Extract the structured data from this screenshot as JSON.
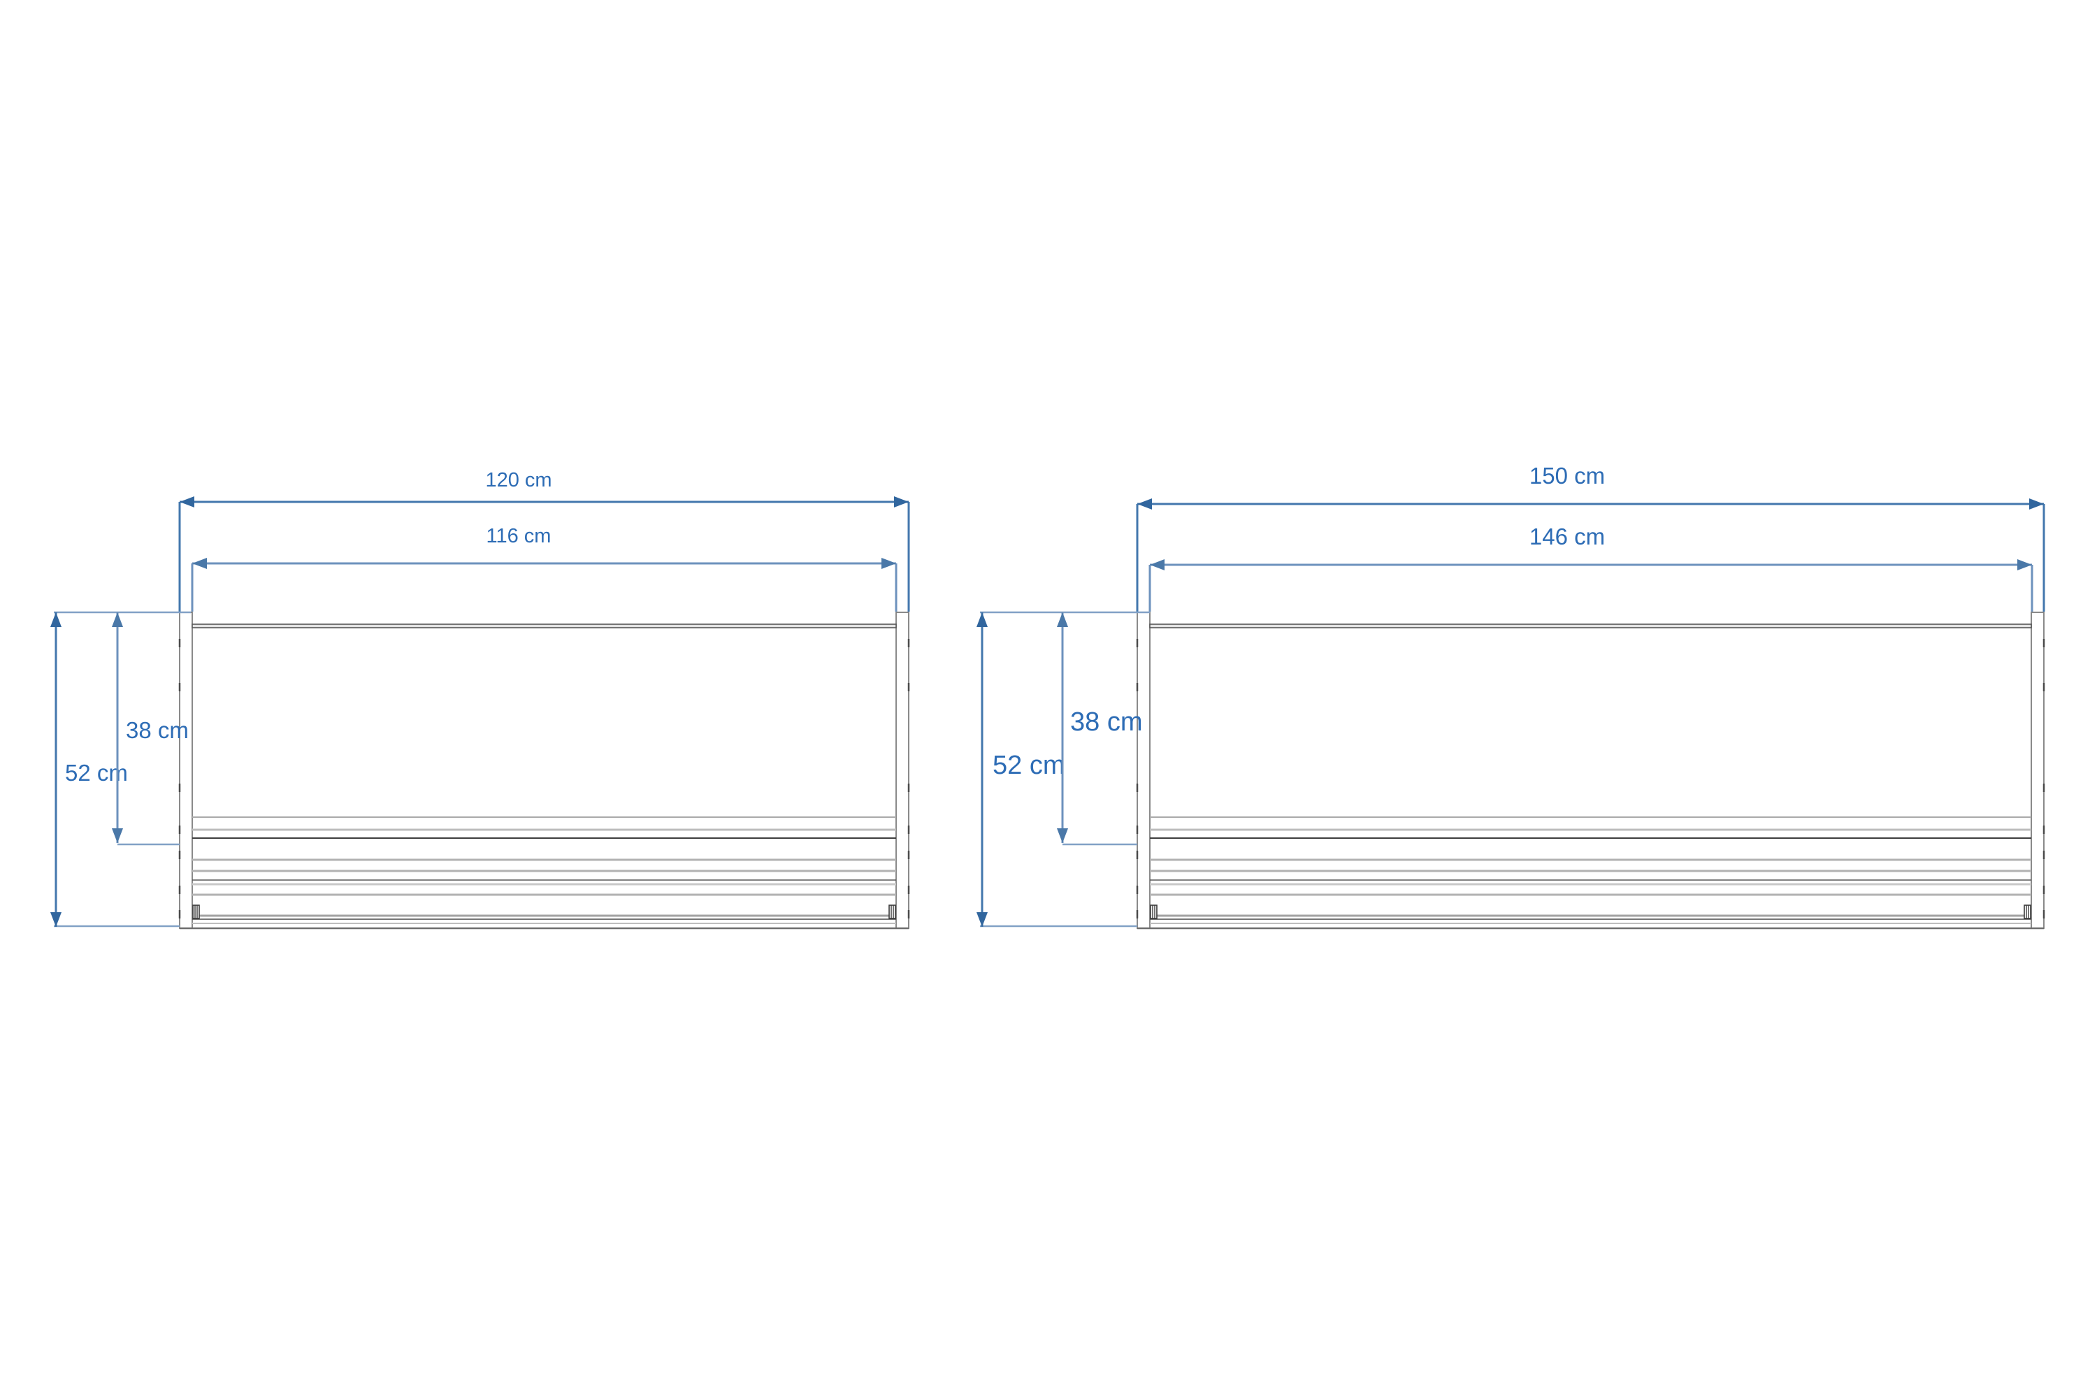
{
  "page": {
    "background_color": "#ffffff",
    "content_type": "furniture dimension drawing, two front views side by side"
  },
  "colors": {
    "dimension_primary_blue": "#4377ad",
    "dimension_secondary_blue": "#6d92bd",
    "dimension_arrow_blue": "#31669e",
    "dimension_text_blue": "#2d6cb5",
    "frame_outline_gray": "#7d7d7d",
    "frame_dark_line": "#3e3e3e",
    "frame_light_line": "#bcbcbc"
  },
  "diagrams": [
    {
      "id": "left",
      "labels": {
        "overall_width": "120 cm",
        "inner_width": "116 cm",
        "overall_height": "52 cm",
        "inner_height": "38 cm"
      },
      "values_cm": {
        "overall_width": 120,
        "inner_width": 116,
        "overall_height": 52,
        "inner_height": 38
      }
    },
    {
      "id": "right",
      "labels": {
        "overall_width": "150 cm",
        "inner_width": "146 cm",
        "overall_height": "52 cm",
        "inner_height": "38 cm"
      },
      "values_cm": {
        "overall_width": 150,
        "inner_width": 146,
        "overall_height": 52,
        "inner_height": 38
      }
    }
  ]
}
